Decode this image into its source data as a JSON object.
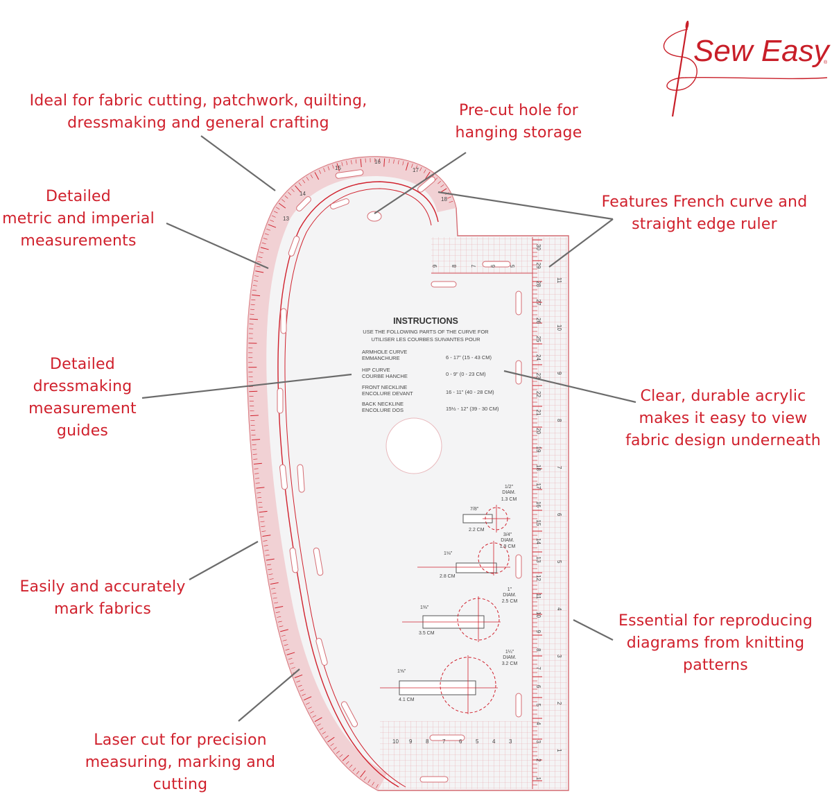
{
  "brand": {
    "name": "Sew Easy",
    "color": "#d0202c"
  },
  "callouts": {
    "fabric_cutting": [
      "Ideal for fabric cutting, patchwork, quilting,",
      "dressmaking and general crafting"
    ],
    "precut_hole": [
      "Pre-cut hole for",
      "hanging storage"
    ],
    "metric_imperial": [
      "Detailed",
      "metric and imperial",
      "measurements"
    ],
    "french_curve": [
      "Features French curve and",
      "straight edge ruler"
    ],
    "dressmaking_guides": [
      "Detailed",
      "dressmaking",
      "measurement",
      "guides"
    ],
    "acrylic": [
      "Clear, durable acrylic",
      "makes it easy to view",
      "fabric design underneath"
    ],
    "mark_fabrics": [
      "Easily and accurately",
      "mark fabrics"
    ],
    "knitting": [
      "Essential for reproducing",
      "diagrams from knitting",
      "patterns"
    ],
    "laser_cut": [
      "Laser cut for precision",
      "measuring, marking and",
      "cutting"
    ]
  },
  "ruler": {
    "instructions_title": "INSTRUCTIONS",
    "instructions_sub": [
      "USE THE FOLLOWING PARTS OF THE CURVE FOR",
      "UTILISER LES COURBES SUIVANTES POUR"
    ],
    "rows": [
      {
        "name": [
          "ARMHOLE CURVE",
          "EMMANCHURE"
        ],
        "value": "6 - 17\" (15 - 43 CM)"
      },
      {
        "name": [
          "HIP CURVE",
          "COURBE HANCHE"
        ],
        "value": "0 - 9\" (0 - 23 CM)"
      },
      {
        "name": [
          "FRONT NECKLINE",
          "ENCOLURE DEVANT"
        ],
        "value": "16 - 11\" (40 - 28 CM)"
      },
      {
        "name": [
          "BACK NECKLINE",
          "ENCOLURE DOS"
        ],
        "value": "15½ - 12\" (39 - 30 CM)"
      }
    ],
    "holes": [
      {
        "frac": "7/8\"",
        "cm": "2.2 CM",
        "diam_in": "1/2\"",
        "diam_label": "DIAM.",
        "diam_cm": "1.3 CM"
      },
      {
        "frac": "1⅛\"",
        "cm": "2.8 CM",
        "diam_in": "3/4\"",
        "diam_label": "DIAM.",
        "diam_cm": "1.9 CM"
      },
      {
        "frac": "1⅜\"",
        "cm": "3.5 CM",
        "diam_in": "1\"",
        "diam_label": "DIAM.",
        "diam_cm": "2.5 CM"
      },
      {
        "frac": "1⅝\"",
        "cm": "4.1 CM",
        "diam_in": "1¼\"",
        "diam_label": "DIAM.",
        "diam_cm": "3.2 CM"
      }
    ],
    "right_scale_cm": [
      "30",
      "29",
      "28",
      "27",
      "26",
      "25",
      "24",
      "23",
      "22",
      "21",
      "20",
      "19",
      "18",
      "17",
      "16",
      "15",
      "14",
      "13",
      "12",
      "11",
      "10",
      "9",
      "8",
      "7",
      "6",
      "5",
      "4",
      "3",
      "2",
      "1"
    ],
    "right_scale_in": [
      "11",
      "10",
      "9",
      "8",
      "7",
      "6",
      "5",
      "4",
      "3",
      "2",
      "1"
    ],
    "curve_scale": [
      "13",
      "14",
      "15",
      "16",
      "17",
      "18"
    ],
    "top_scale": [
      "9",
      "8",
      "7",
      "6",
      "5"
    ],
    "bottom_scale": [
      "10",
      "9",
      "8",
      "7",
      "6",
      "5",
      "4",
      "3"
    ]
  }
}
